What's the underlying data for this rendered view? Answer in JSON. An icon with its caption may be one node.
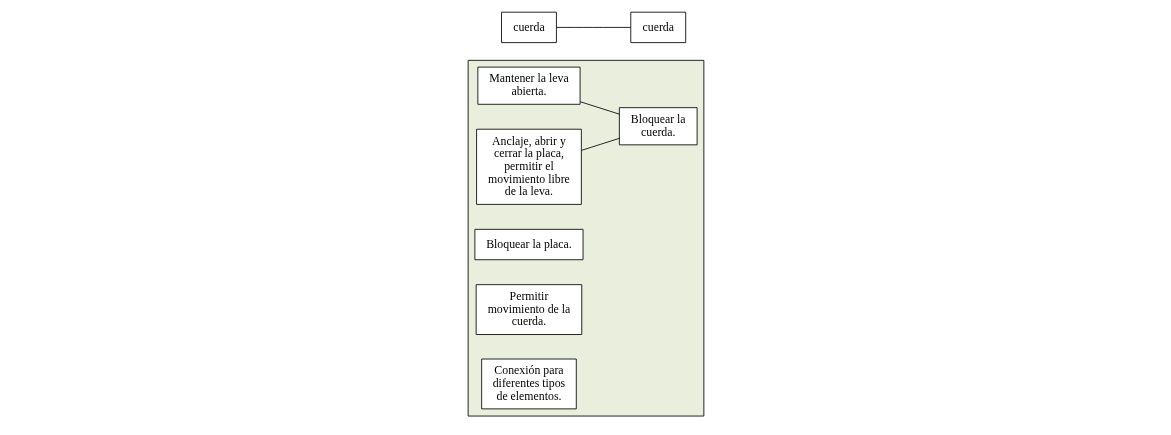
{
  "diagram": {
    "nodes": [
      {
        "text": [],
        "shape": "box"
      },
      {
        "text": [
          "Mantener la leva abierta."
        ],
        "in": 0
      },
      {
        "text": [
          "Anclaje, abrir y cerrar la placa, permitir el movimiento libre de la leva."
        ],
        "in": 0
      },
      {
        "text": [
          "Bloquear la cuerda."
        ],
        "in": 0
      },
      {
        "text": [
          "Bloquear la placa."
        ],
        "in": 0
      },
      {
        "text": [
          "Permitir movimiento de la cuerda."
        ],
        "in": 0
      },
      {
        "text": [
          "Conexión para diferentes tipos de elementos."
        ],
        "in": 0
      },
      {
        "text": [
          "cuerda"
        ]
      },
      {
        "text": [
          "cuerda"
        ]
      }
    ],
    "edges": [
      {
        "from": 1,
        "to": 3,
        "arrow": "none"
      },
      {
        "from": 2,
        "to": 3,
        "arrow": "none"
      },
      {
        "from": 7,
        "to": 8,
        "arrow": "none"
      }
    ]
  }
}
